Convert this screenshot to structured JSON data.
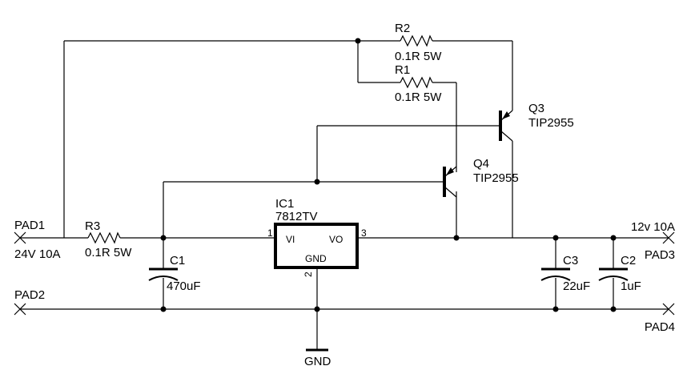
{
  "pads": {
    "pad1": {
      "name": "PAD1",
      "value": "24V 10A"
    },
    "pad2": {
      "name": "PAD2"
    },
    "pad3": {
      "name": "PAD3",
      "value": "12v 10A"
    },
    "pad4": {
      "name": "PAD4"
    }
  },
  "resistors": {
    "r1": {
      "name": "R1",
      "value": "0.1R 5W"
    },
    "r2": {
      "name": "R2",
      "value": "0.1R 5W"
    },
    "r3": {
      "name": "R3",
      "value": "0.1R 5W"
    }
  },
  "capacitors": {
    "c1": {
      "name": "C1",
      "value": "470uF"
    },
    "c2": {
      "name": "C2",
      "value": "1uF"
    },
    "c3": {
      "name": "C3",
      "value": "22uF"
    }
  },
  "transistors": {
    "q3": {
      "name": "Q3",
      "value": "TIP2955"
    },
    "q4": {
      "name": "Q4",
      "value": "TIP2955"
    }
  },
  "regulator": {
    "name": "IC1",
    "value": "7812TV",
    "pin_vi": "VI",
    "pin_vo": "VO",
    "pin_gnd": "GND",
    "pin1": "1",
    "pin2": "2",
    "pin3": "3"
  },
  "ground": {
    "label": "GND"
  }
}
